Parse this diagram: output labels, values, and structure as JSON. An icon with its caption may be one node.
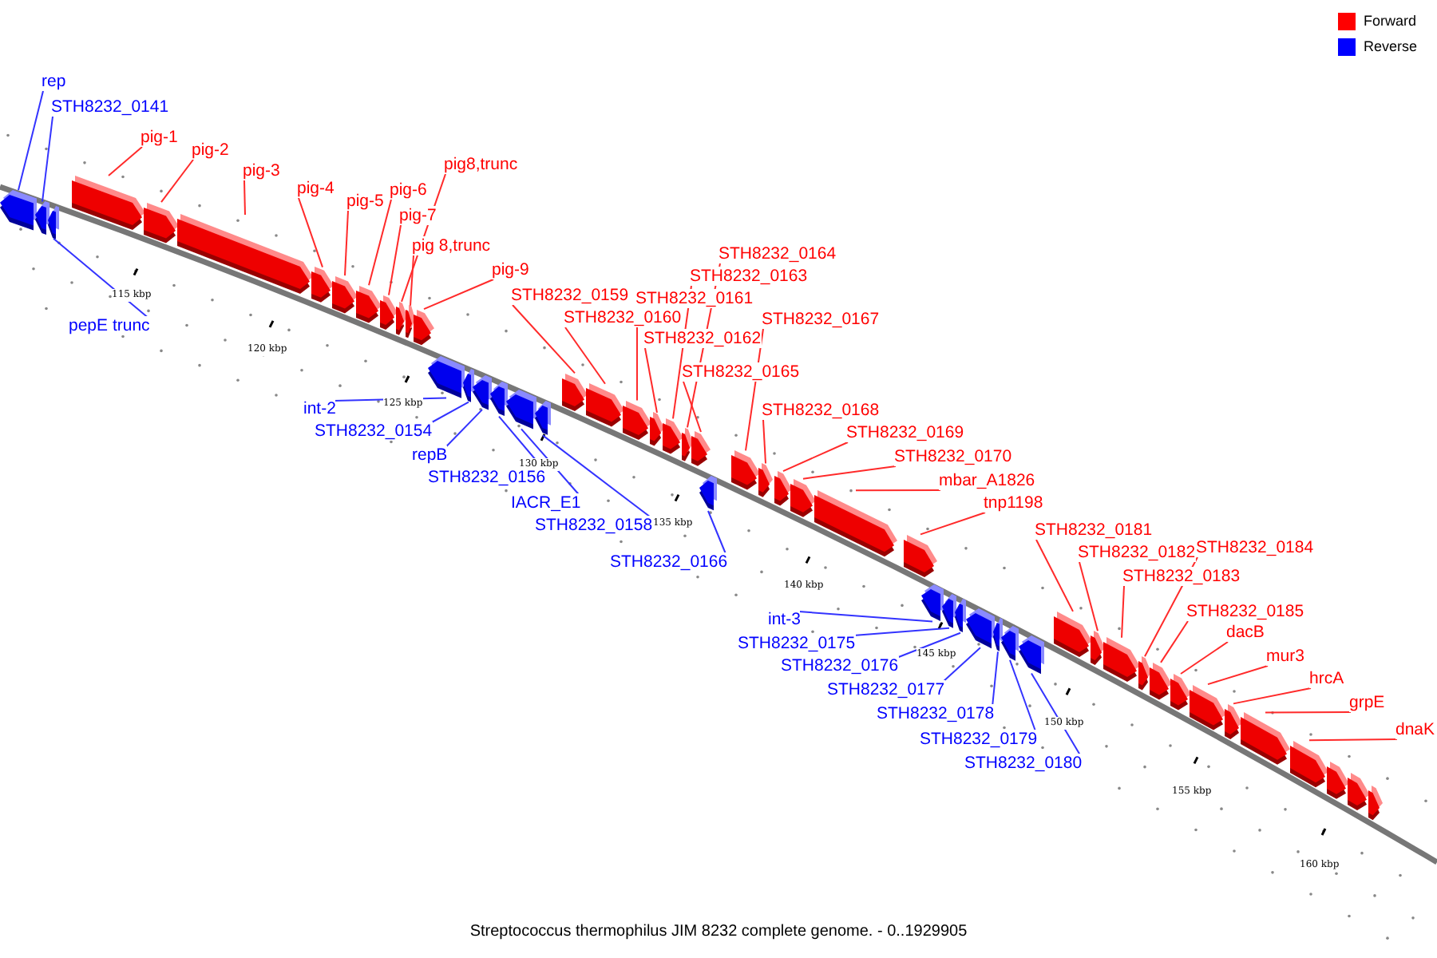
{
  "diagram": {
    "caption": "Streptococcus thermophilus JIM 8232 complete genome. - 0..1929905",
    "nodes": [
      {
        "text": [
          "rep"
        ]
      },
      {
        "text": [
          "STH8232_0141"
        ]
      },
      {
        "text": [
          "pepE trunc"
        ]
      },
      {
        "text": [
          "pig-1"
        ]
      },
      {
        "text": [
          "pig-2"
        ]
      },
      {
        "text": [
          "pig-3"
        ]
      },
      {
        "text": [
          "pig-4"
        ]
      },
      {
        "text": [
          "pig-5"
        ]
      },
      {
        "text": [
          "pig-6"
        ]
      },
      {
        "text": [
          "pig-7"
        ]
      },
      {
        "text": [
          "pig8,trunc"
        ]
      },
      {
        "text": [
          "pig 8,trunc"
        ]
      },
      {
        "text": [
          "pig-9"
        ]
      },
      {
        "text": [
          "int-2"
        ]
      },
      {
        "text": [
          "STH8232_0154"
        ]
      },
      {
        "text": [
          "repB"
        ]
      },
      {
        "text": [
          "STH8232_0156"
        ]
      },
      {
        "text": [
          "IACR_E1"
        ]
      },
      {
        "text": [
          "STH8232_0158"
        ]
      },
      {
        "text": [
          "STH8232_0159"
        ]
      },
      {
        "text": [
          "STH8232_0160"
        ]
      },
      {
        "text": [
          "STH8232_0161"
        ]
      },
      {
        "text": [
          "STH8232_0162"
        ]
      },
      {
        "text": [
          "STH8232_0163"
        ]
      },
      {
        "text": [
          "STH8232_0164"
        ]
      },
      {
        "text": [
          "STH8232_0165"
        ]
      },
      {
        "text": [
          "STH8232_0166"
        ]
      },
      {
        "text": [
          "STH8232_0167"
        ]
      },
      {
        "text": [
          "STH8232_0168"
        ]
      },
      {
        "text": [
          "STH8232_0169"
        ]
      },
      {
        "text": [
          "STH8232_0170"
        ]
      },
      {
        "text": [
          "mbar_A1826"
        ]
      },
      {
        "text": [
          "tnp1198"
        ]
      },
      {
        "text": [
          "int-3"
        ]
      },
      {
        "text": [
          "STH8232_0175"
        ]
      },
      {
        "text": [
          "STH8232_0176"
        ]
      },
      {
        "text": [
          "STH8232_0177"
        ]
      },
      {
        "text": [
          "STH8232_0178"
        ]
      },
      {
        "text": [
          "STH8232_0179"
        ]
      },
      {
        "text": [
          "STH8232_0180"
        ]
      },
      {
        "text": [
          "STH8232_0181"
        ]
      },
      {
        "text": [
          "STH8232_0182"
        ]
      },
      {
        "text": [
          "STH8232_0183"
        ]
      },
      {
        "text": [
          "STH8232_0184"
        ]
      },
      {
        "text": [
          "STH8232_0185"
        ]
      },
      {
        "text": [
          "dacB"
        ]
      },
      {
        "text": [
          "mur3"
        ]
      },
      {
        "text": [
          "hrcA"
        ]
      },
      {
        "text": [
          "grpE"
        ]
      },
      {
        "text": [
          "dnaK"
        ]
      },
      {
        "text": [],
        "shape": "block"
      },
      {
        "text": [],
        "shape": "block"
      },
      {
        "text": [],
        "shape": "block"
      },
      {
        "text": [],
        "shape": "block"
      },
      {
        "text": [],
        "shape": "block"
      },
      {
        "text": [],
        "shape": "block"
      },
      {
        "text": [],
        "shape": "block"
      },
      {
        "text": [],
        "shape": "block"
      },
      {
        "text": [],
        "shape": "block"
      },
      {
        "text": [],
        "shape": "block"
      },
      {
        "text": [],
        "shape": "block"
      },
      {
        "text": [],
        "shape": "block"
      },
      {
        "text": [],
        "shape": "block"
      },
      {
        "text": [],
        "shape": "block"
      },
      {
        "text": [],
        "shape": "block"
      },
      {
        "text": [],
        "shape": "block"
      },
      {
        "text": [],
        "shape": "block"
      },
      {
        "text": [],
        "shape": "block"
      },
      {
        "text": [],
        "shape": "block"
      },
      {
        "text": [],
        "shape": "block"
      },
      {
        "text": [],
        "shape": "block"
      },
      {
        "text": [],
        "shape": "block"
      },
      {
        "text": [],
        "shape": "block"
      },
      {
        "text": [],
        "shape": "block"
      },
      {
        "text": [],
        "shape": "block"
      },
      {
        "text": [],
        "shape": "block"
      },
      {
        "text": [],
        "shape": "block"
      },
      {
        "text": [],
        "shape": "block"
      },
      {
        "text": [],
        "shape": "block"
      },
      {
        "text": [],
        "shape": "block"
      },
      {
        "text": [],
        "shape": "block"
      },
      {
        "text": [],
        "shape": "block"
      },
      {
        "text": [],
        "shape": "block"
      },
      {
        "text": [],
        "shape": "block"
      },
      {
        "text": [],
        "shape": "block"
      },
      {
        "text": [],
        "shape": "block"
      },
      {
        "text": [],
        "shape": "block"
      },
      {
        "text": [],
        "shape": "block"
      },
      {
        "text": [],
        "shape": "block"
      },
      {
        "text": [],
        "shape": "block"
      },
      {
        "text": [],
        "shape": "block"
      },
      {
        "text": [],
        "shape": "block"
      },
      {
        "text": [],
        "shape": "block"
      },
      {
        "text": [],
        "shape": "block"
      },
      {
        "text": [],
        "shape": "block"
      },
      {
        "text": [],
        "shape": "block"
      },
      {
        "text": [],
        "shape": "block"
      },
      {
        "text": [],
        "shape": "block"
      },
      {
        "text": [],
        "shape": "block"
      },
      {
        "text": [],
        "shape": "block"
      },
      {
        "text": [],
        "shape": "block"
      },
      {
        "text": [],
        "shape": "block"
      },
      {
        "text": [],
        "shape": "block"
      }
    ],
    "edges": [
      {
        "from": 0,
        "to": 50,
        "arrow": "none",
        "color": "#3333ff"
      },
      {
        "from": 1,
        "to": 51,
        "arrow": "none",
        "color": "#3333ff"
      },
      {
        "from": 2,
        "to": 52,
        "arrow": "none",
        "color": "#3333ff"
      },
      {
        "from": 3,
        "to": 53,
        "arrow": "none"
      },
      {
        "from": 4,
        "to": 54,
        "arrow": "none"
      },
      {
        "from": 5,
        "to": 55,
        "arrow": "none"
      },
      {
        "from": 6,
        "to": 56,
        "arrow": "none"
      },
      {
        "from": 7,
        "to": 57,
        "arrow": "none"
      },
      {
        "from": 8,
        "to": 58,
        "arrow": "none"
      },
      {
        "from": 9,
        "to": 59,
        "arrow": "none"
      },
      {
        "from": 10,
        "to": 60,
        "arrow": "none"
      },
      {
        "from": 11,
        "to": 61,
        "arrow": "none"
      },
      {
        "from": 12,
        "to": 62,
        "arrow": "none"
      },
      {
        "from": 13,
        "to": 63,
        "arrow": "none",
        "color": "#3333ff"
      },
      {
        "from": 14,
        "to": 64,
        "arrow": "none",
        "color": "#3333ff"
      },
      {
        "from": 15,
        "to": 65,
        "arrow": "none",
        "color": "#3333ff"
      },
      {
        "from": 16,
        "to": 66,
        "arrow": "none",
        "color": "#3333ff"
      },
      {
        "from": 17,
        "to": 67,
        "arrow": "none",
        "color": "#3333ff"
      },
      {
        "from": 18,
        "to": 68,
        "arrow": "none",
        "color": "#3333ff"
      },
      {
        "from": 19,
        "to": 69,
        "arrow": "none"
      },
      {
        "from": 20,
        "to": 70,
        "arrow": "none"
      },
      {
        "from": 21,
        "to": 71,
        "arrow": "none"
      },
      {
        "from": 22,
        "to": 72,
        "arrow": "none"
      },
      {
        "from": 23,
        "to": 73,
        "arrow": "none"
      },
      {
        "from": 24,
        "to": 74,
        "arrow": "none"
      },
      {
        "from": 25,
        "to": 75,
        "arrow": "none"
      },
      {
        "from": 26,
        "to": 76,
        "arrow": "none",
        "color": "#3333ff"
      },
      {
        "from": 27,
        "to": 77,
        "arrow": "none"
      },
      {
        "from": 28,
        "to": 78,
        "arrow": "none"
      },
      {
        "from": 29,
        "to": 79,
        "arrow": "none"
      },
      {
        "from": 30,
        "to": 80,
        "arrow": "none"
      },
      {
        "from": 31,
        "to": 81,
        "arrow": "none"
      },
      {
        "from": 32,
        "to": 82,
        "arrow": "none"
      },
      {
        "from": 33,
        "to": 83,
        "arrow": "none",
        "color": "#3333ff"
      },
      {
        "from": 34,
        "to": 84,
        "arrow": "none",
        "color": "#3333ff"
      },
      {
        "from": 35,
        "to": 85,
        "arrow": "none",
        "color": "#3333ff"
      },
      {
        "from": 36,
        "to": 86,
        "arrow": "none",
        "color": "#3333ff"
      },
      {
        "from": 37,
        "to": 87,
        "arrow": "none",
        "color": "#3333ff"
      },
      {
        "from": 38,
        "to": 88,
        "arrow": "none",
        "color": "#3333ff"
      },
      {
        "from": 39,
        "to": 89,
        "arrow": "none",
        "color": "#3333ff"
      },
      {
        "from": 40,
        "to": 90,
        "arrow": "none"
      },
      {
        "from": 41,
        "to": 91,
        "arrow": "none"
      },
      {
        "from": 42,
        "to": 92,
        "arrow": "none"
      },
      {
        "from": 43,
        "to": 93,
        "arrow": "none"
      },
      {
        "from": 44,
        "to": 94,
        "arrow": "none"
      },
      {
        "from": 45,
        "to": 95,
        "arrow": "none"
      },
      {
        "from": 46,
        "to": 96,
        "arrow": "none"
      },
      {
        "from": 47,
        "to": 97,
        "arrow": "none"
      },
      {
        "from": 48,
        "to": 98,
        "arrow": "none"
      },
      {
        "from": 49,
        "to": 99,
        "arrow": "none"
      }
    ],
    "labels": [
      "115 kbp",
      "120 kbp",
      "125 kbp",
      "130 kbp",
      "135 kbp",
      "140 kbp",
      "145 kbp",
      "150 kbp",
      "155 kbp",
      "160 kbp"
    ],
    "legend": [
      {
        "text": "Forward",
        "color": "#ff0000"
      },
      {
        "text": "Reverse",
        "color": "#0000ff"
      }
    ]
  }
}
